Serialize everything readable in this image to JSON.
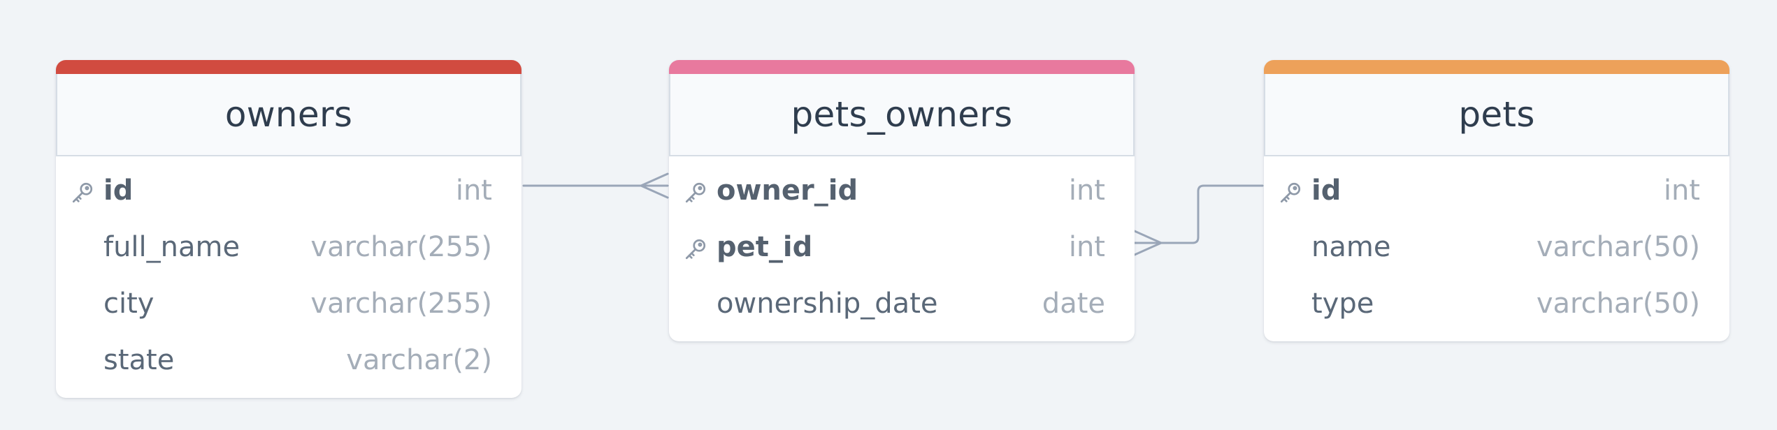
{
  "colors": {
    "background": "#f1f4f7",
    "owners_accent": "#d14b40",
    "pets_owners_accent": "#e8799e",
    "pets_accent": "#eda15a",
    "connector": "#9aa6b8"
  },
  "tables": {
    "owners": {
      "name": "owners",
      "columns": [
        {
          "name": "id",
          "type": "int",
          "key": true
        },
        {
          "name": "full_name",
          "type": "varchar(255)",
          "key": false
        },
        {
          "name": "city",
          "type": "varchar(255)",
          "key": false
        },
        {
          "name": "state",
          "type": "varchar(2)",
          "key": false
        }
      ]
    },
    "pets_owners": {
      "name": "pets_owners",
      "columns": [
        {
          "name": "owner_id",
          "type": "int",
          "key": true
        },
        {
          "name": "pet_id",
          "type": "int",
          "key": true
        },
        {
          "name": "ownership_date",
          "type": "date",
          "key": false
        }
      ]
    },
    "pets": {
      "name": "pets",
      "columns": [
        {
          "name": "id",
          "type": "int",
          "key": true
        },
        {
          "name": "name",
          "type": "varchar(50)",
          "key": false
        },
        {
          "name": "type",
          "type": "varchar(50)",
          "key": false
        }
      ]
    }
  },
  "relationships": [
    {
      "from": "owners.id",
      "to": "pets_owners.owner_id",
      "cardinality": "one-to-many"
    },
    {
      "from": "pets.id",
      "to": "pets_owners.pet_id",
      "cardinality": "one-to-many"
    }
  ]
}
